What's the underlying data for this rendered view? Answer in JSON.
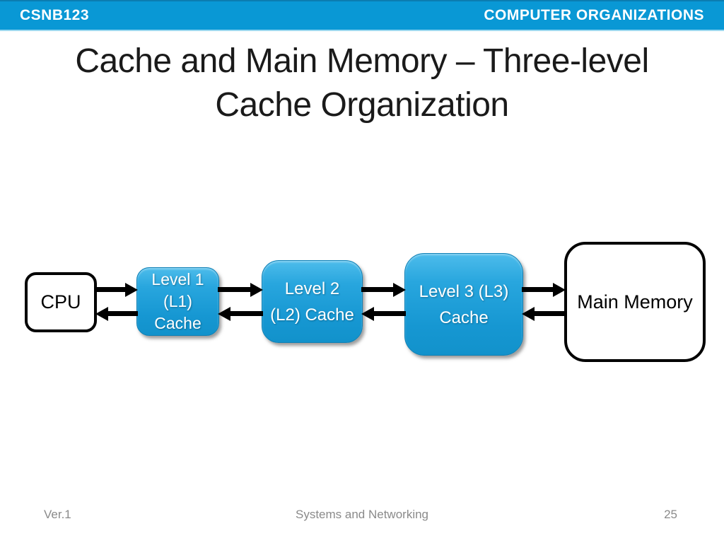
{
  "header": {
    "course_code": "CSNB123",
    "course_title": "COMPUTER ORGANIZATIONS"
  },
  "slide": {
    "title": "Cache and Main Memory – Three-level Cache Organization"
  },
  "diagram": {
    "nodes": {
      "cpu": {
        "label": "CPU"
      },
      "l1": {
        "lines": [
          "Level 1",
          "(L1)",
          "Cache"
        ]
      },
      "l2": {
        "lines": [
          "Level 2",
          "(L2) Cache"
        ]
      },
      "l3": {
        "lines": [
          "Level 3 (L3)",
          "Cache"
        ]
      },
      "main_memory": {
        "label": "Main Memory"
      }
    },
    "edges": [
      {
        "from": "cpu",
        "to": "l1",
        "bidirectional": true
      },
      {
        "from": "l1",
        "to": "l2",
        "bidirectional": true
      },
      {
        "from": "l2",
        "to": "l3",
        "bidirectional": true
      },
      {
        "from": "l3",
        "to": "main_memory",
        "bidirectional": true
      }
    ]
  },
  "footer": {
    "version": "Ver.1",
    "center_text": "Systems and Networking",
    "page_number": "25"
  },
  "colors": {
    "header_bar": "#0998d5",
    "header_text": "#ffffff",
    "cache_box_top": "#4dbceb",
    "cache_box_bottom": "#1292cb",
    "cache_box_border": "#0d80b6",
    "arrow": "#000000",
    "footer_text": "#8a8a8a",
    "title_text": "#1a1a1a"
  }
}
